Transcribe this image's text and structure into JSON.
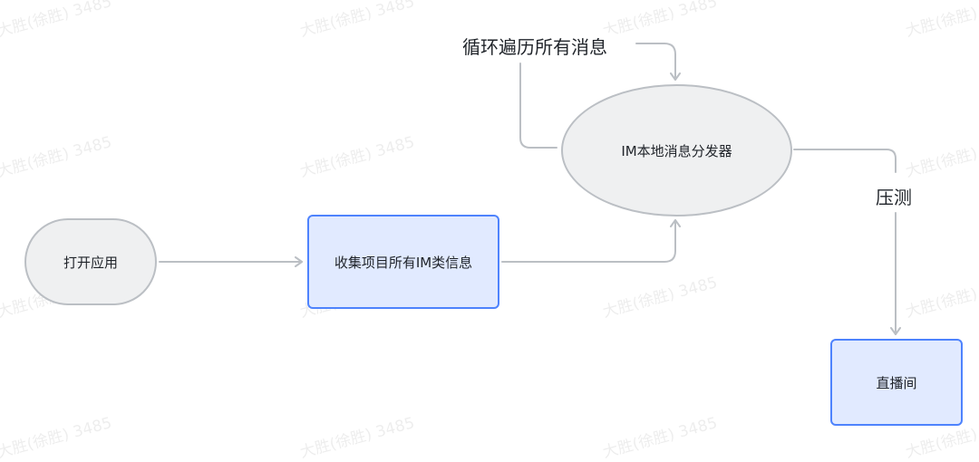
{
  "diagram": {
    "type": "flowchart",
    "nodes": [
      {
        "id": "open-app",
        "label": "打开应用",
        "shape": "pill"
      },
      {
        "id": "collect-im",
        "label": "收集项目所有IM类信息",
        "shape": "rect"
      },
      {
        "id": "dispatcher",
        "label": "IM本地消息分发器",
        "shape": "ellipse"
      },
      {
        "id": "live-room",
        "label": "直播间",
        "shape": "rect"
      }
    ],
    "edge_labels": {
      "loop": "循环遍历所有消息",
      "stress": "压测"
    },
    "edges": [
      {
        "from": "open-app",
        "to": "collect-im",
        "label": ""
      },
      {
        "from": "collect-im",
        "to": "dispatcher",
        "label": ""
      },
      {
        "from": "dispatcher",
        "to": "dispatcher",
        "label": "循环遍历所有消息"
      },
      {
        "from": "dispatcher",
        "to": "live-room",
        "label": "压测"
      }
    ],
    "colors": {
      "pill_fill": "#eff0f1",
      "pill_stroke": "#bbbfc4",
      "rect_fill": "#e1eaff",
      "rect_stroke": "#4e83fd",
      "edge": "#bbbfc4",
      "text": "#1f2329"
    }
  },
  "watermark": {
    "text": "大胜(徐胜) 3485"
  }
}
